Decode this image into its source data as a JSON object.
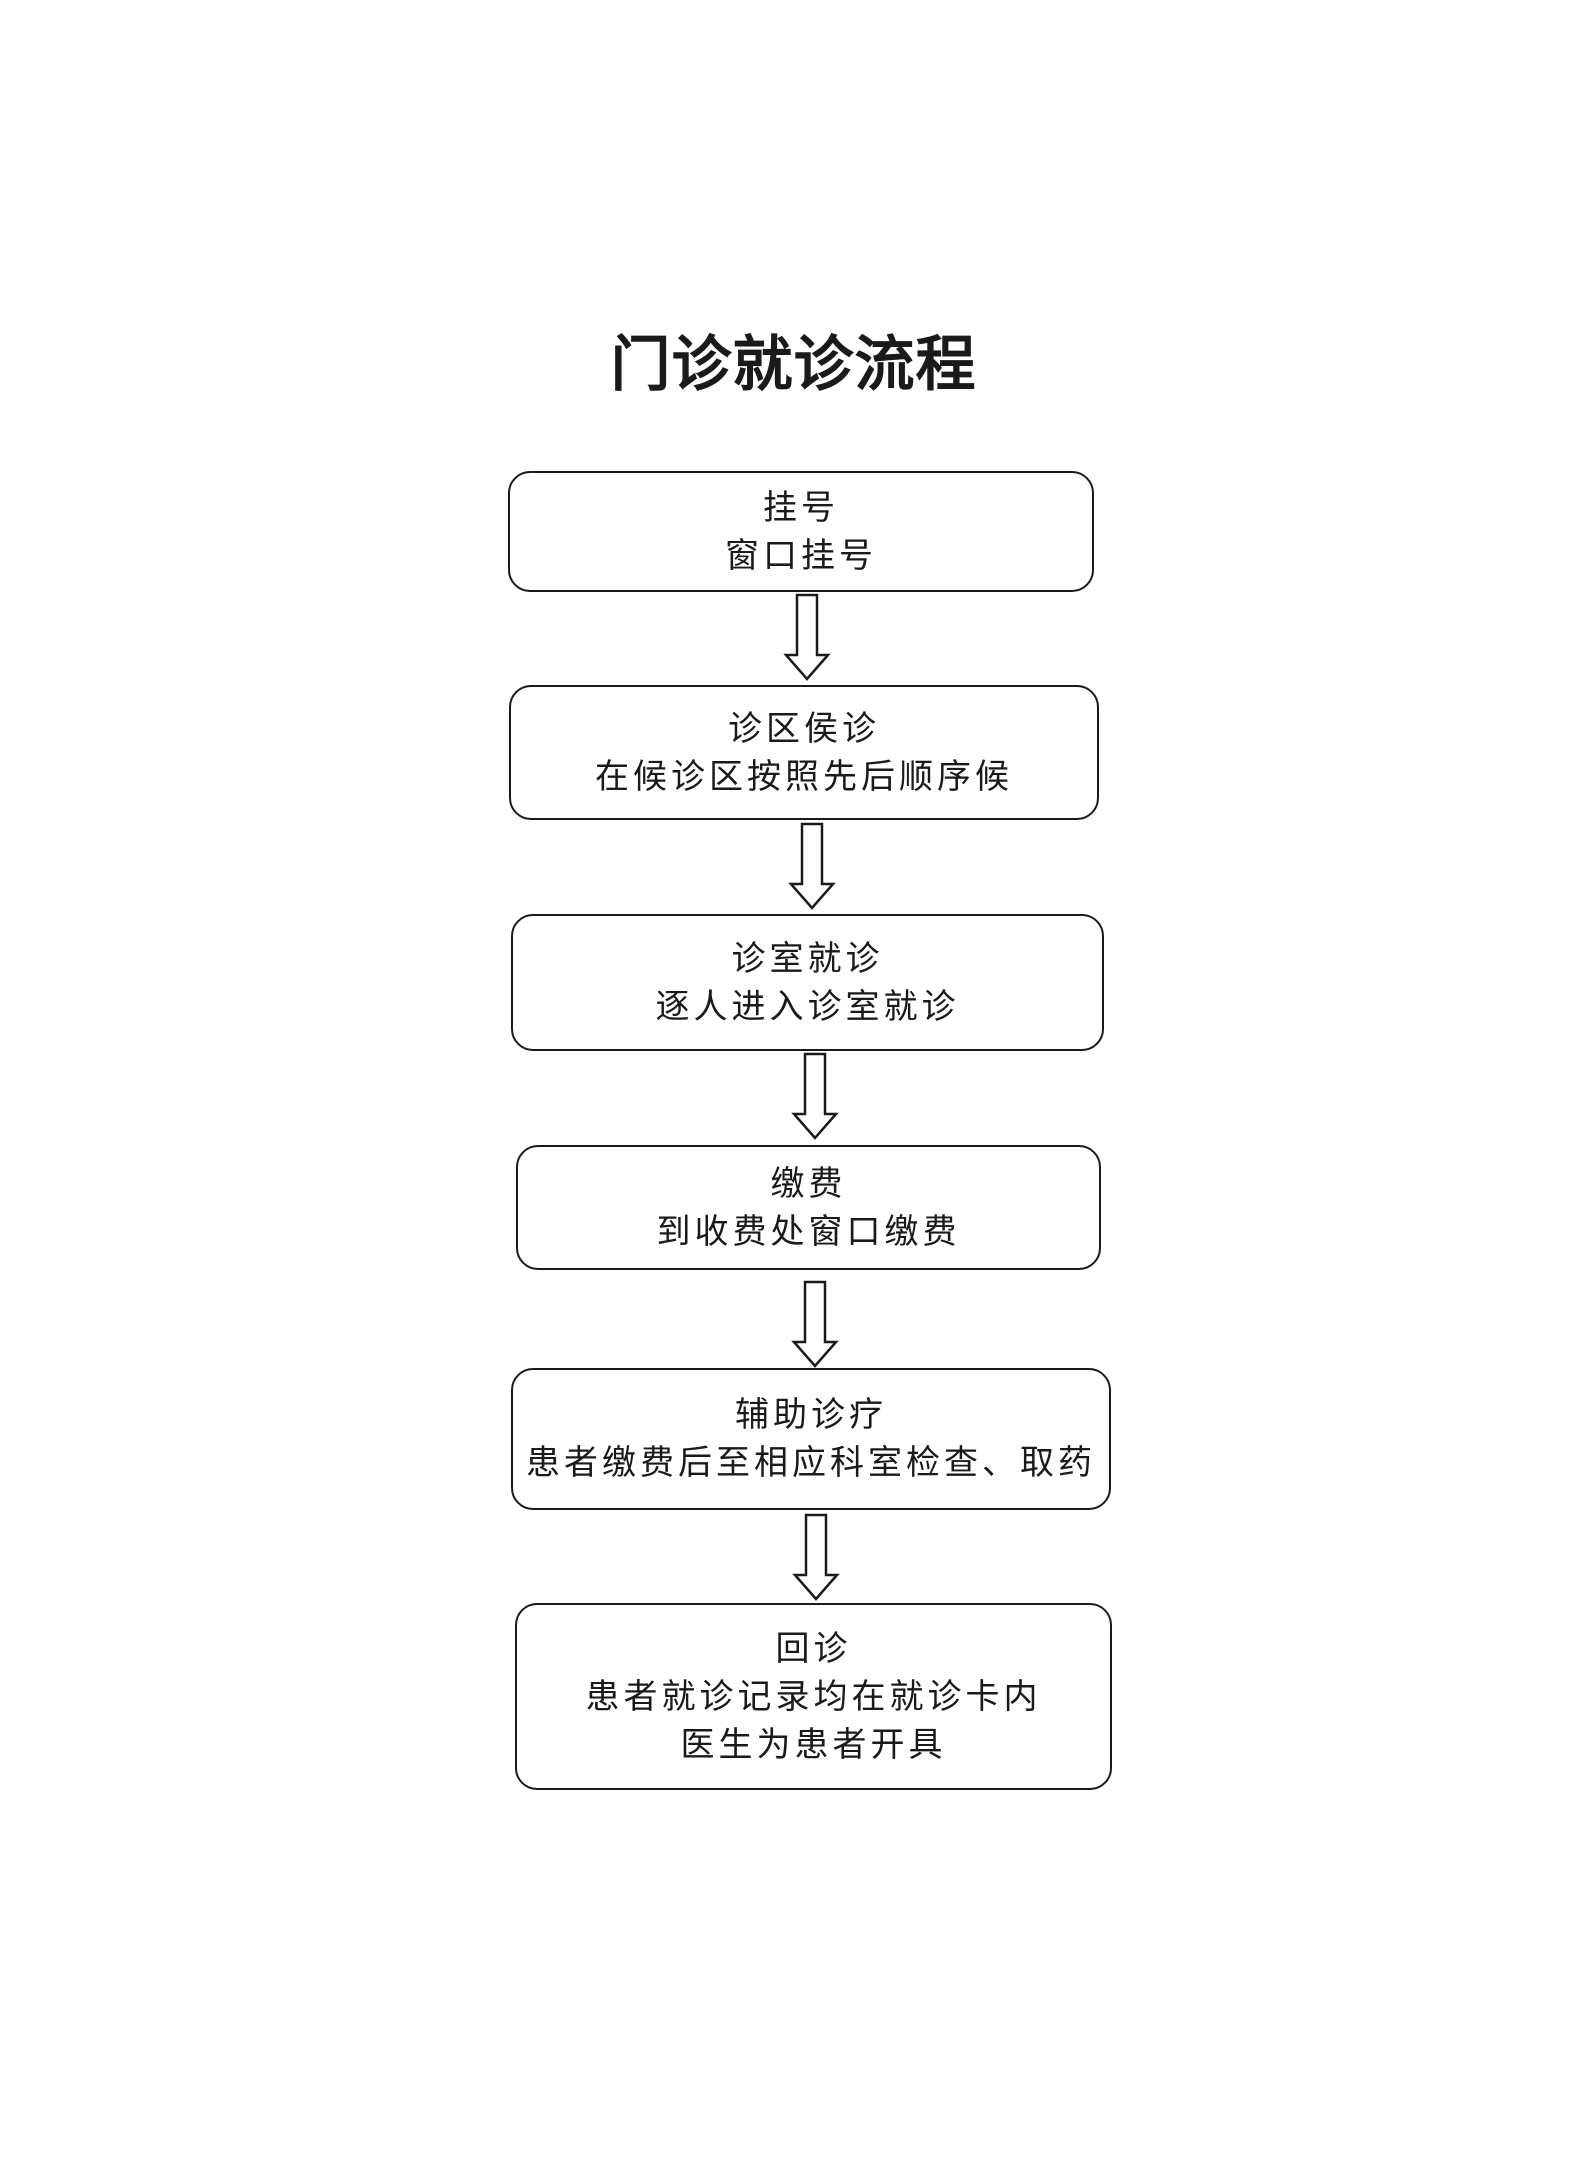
{
  "title": "门诊就诊流程",
  "steps": [
    {
      "name": "挂号",
      "lines": [
        "窗口挂号"
      ]
    },
    {
      "name": "诊区侯诊",
      "lines": [
        "在候诊区按照先后顺序候"
      ]
    },
    {
      "name": "诊室就诊",
      "lines": [
        "逐人进入诊室就诊"
      ]
    },
    {
      "name": "缴费",
      "lines": [
        "到收费处窗口缴费"
      ]
    },
    {
      "name": "辅助诊疗",
      "lines": [
        "患者缴费后至相应科室检查、取药"
      ]
    },
    {
      "name": "回诊",
      "lines": [
        "患者就诊记录均在就诊卡内",
        "医生为患者开具"
      ]
    }
  ],
  "colors": {
    "stroke": "#1a1a1a",
    "background": "#ffffff"
  }
}
